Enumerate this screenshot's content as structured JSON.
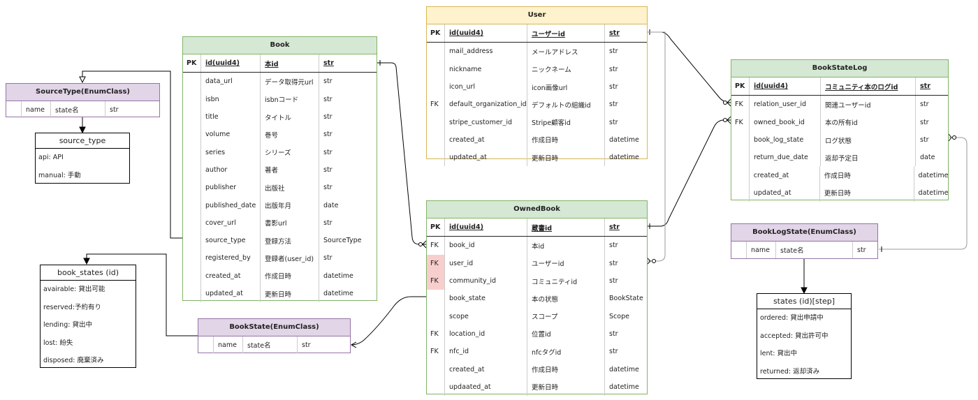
{
  "book": {
    "title": "Book",
    "pk": {
      "key": "PK",
      "name": "id(uuid4)",
      "label": "本id",
      "type": "str"
    },
    "rows": [
      {
        "key": "",
        "name": "data_url",
        "label": "データ取得元url",
        "type": "str"
      },
      {
        "key": "",
        "name": "isbn",
        "label": "isbnコード",
        "type": "str"
      },
      {
        "key": "",
        "name": "title",
        "label": "タイトル",
        "type": "str"
      },
      {
        "key": "",
        "name": "volume",
        "label": "巻号",
        "type": "str"
      },
      {
        "key": "",
        "name": "series",
        "label": "シリーズ",
        "type": "str"
      },
      {
        "key": "",
        "name": "author",
        "label": "著者",
        "type": "str"
      },
      {
        "key": "",
        "name": "publisher",
        "label": "出版社",
        "type": "str"
      },
      {
        "key": "",
        "name": "published_date",
        "label": "出版年月",
        "type": "date"
      },
      {
        "key": "",
        "name": "cover_url",
        "label": "書影url",
        "type": "str"
      },
      {
        "key": "",
        "name": "source_type",
        "label": "登録方法",
        "type": "SourceType"
      },
      {
        "key": "",
        "name": "registered_by",
        "label": "登録者(user_id)",
        "type": "str"
      },
      {
        "key": "",
        "name": "created_at",
        "label": "作成日時",
        "type": "datetime"
      },
      {
        "key": "",
        "name": "updated_at",
        "label": "更新日時",
        "type": "datetime"
      }
    ]
  },
  "user": {
    "title": "User",
    "pk": {
      "key": "PK",
      "name": "id(uuid4)",
      "label": "ユーザーid",
      "type": "str"
    },
    "rows": [
      {
        "key": "",
        "name": "mail_address",
        "label": "メールアドレス",
        "type": "str"
      },
      {
        "key": "",
        "name": "nickname",
        "label": "ニックネーム",
        "type": "str"
      },
      {
        "key": "",
        "name": "icon_url",
        "label": "icon画像url",
        "type": "str"
      },
      {
        "key": "FK",
        "name": "default_organization_id",
        "label": "デフォルトの組織id",
        "type": "str"
      },
      {
        "key": "",
        "name": "stripe_customer_id",
        "label": "Stripe顧客id",
        "type": "str"
      },
      {
        "key": "",
        "name": "created_at",
        "label": "作成日時",
        "type": "datetime"
      },
      {
        "key": "",
        "name": "updated_at",
        "label": "更新日時",
        "type": "datetime"
      }
    ]
  },
  "owned_book": {
    "title": "OwnedBook",
    "pk": {
      "key": "PK",
      "name": "id(uuid4)",
      "label": "蔵書id",
      "type": "str"
    },
    "rows": [
      {
        "key": "FK",
        "name": "book_id",
        "label": "本id",
        "type": "str"
      },
      {
        "key": "FK",
        "name": "user_id",
        "label": "ユーザーid",
        "type": "str"
      },
      {
        "key": "FK",
        "name": "community_id",
        "label": "コミュニティid",
        "type": "str"
      },
      {
        "key": "",
        "name": "book_state",
        "label": "本の状態",
        "type": "BookState"
      },
      {
        "key": "",
        "name": "scope",
        "label": "スコープ",
        "type": "Scope"
      },
      {
        "key": "FK",
        "name": "location_id",
        "label": "位置id",
        "type": "str"
      },
      {
        "key": "FK",
        "name": "nfc_id",
        "label": "nfcタグid",
        "type": "str"
      },
      {
        "key": "",
        "name": "created_at",
        "label": "作成日時",
        "type": "datetime"
      },
      {
        "key": "",
        "name": "updaated_at",
        "label": "更新日時",
        "type": "datetime"
      }
    ]
  },
  "book_state_log": {
    "title": "BookStateLog",
    "pk": {
      "key": "PK",
      "name": "id(uuid4)",
      "label": "コミュニティ本のログid",
      "type": "str"
    },
    "rows": [
      {
        "key": "FK",
        "name": "relation_user_id",
        "label": "関連ユーザーid",
        "type": "str"
      },
      {
        "key": "FK",
        "name": "owned_book_id",
        "label": "本の所有id",
        "type": "str"
      },
      {
        "key": "",
        "name": "book_log_state",
        "label": "ログ状態",
        "type": "str"
      },
      {
        "key": "",
        "name": "return_due_date",
        "label": "返却予定日",
        "type": "date"
      },
      {
        "key": "",
        "name": "created_at",
        "label": "作成日時",
        "type": "datetime"
      },
      {
        "key": "",
        "name": "updated_at",
        "label": "更新日時",
        "type": "datetime"
      }
    ]
  },
  "source_type_enum": {
    "title": "SourceType(EnumClass)",
    "name": "name",
    "label": "state名",
    "type": "str"
  },
  "book_state_enum": {
    "title": "BookState(EnumClass)",
    "name": "name",
    "label": "state名",
    "type": "str"
  },
  "book_log_state_enum": {
    "title": "BookLogState(EnumClass)",
    "name": "name",
    "label": "state名",
    "type": "str"
  },
  "source_type_box": {
    "title": "source_type",
    "items": [
      "api: API",
      "manual: 手動"
    ]
  },
  "book_states_box": {
    "title": "book_states (id)",
    "items": [
      "avairable: 貸出可能",
      "reserved:予約有り",
      "lending: 貸出中",
      "lost: 紛失",
      "disposed: 廃棄済み"
    ]
  },
  "states_box": {
    "title": "states (id)[step]",
    "items": [
      "ordered: 貸出申請中",
      "accepted: 貸出許可中",
      "lent: 貸出中",
      "returned: 返却済み"
    ]
  },
  "colors": {
    "entity_green": "#d5e8d4",
    "entity_yellow": "#fff2cc",
    "enum_purple": "#e1d5e7",
    "fk_highlight": "#f8cecc"
  }
}
